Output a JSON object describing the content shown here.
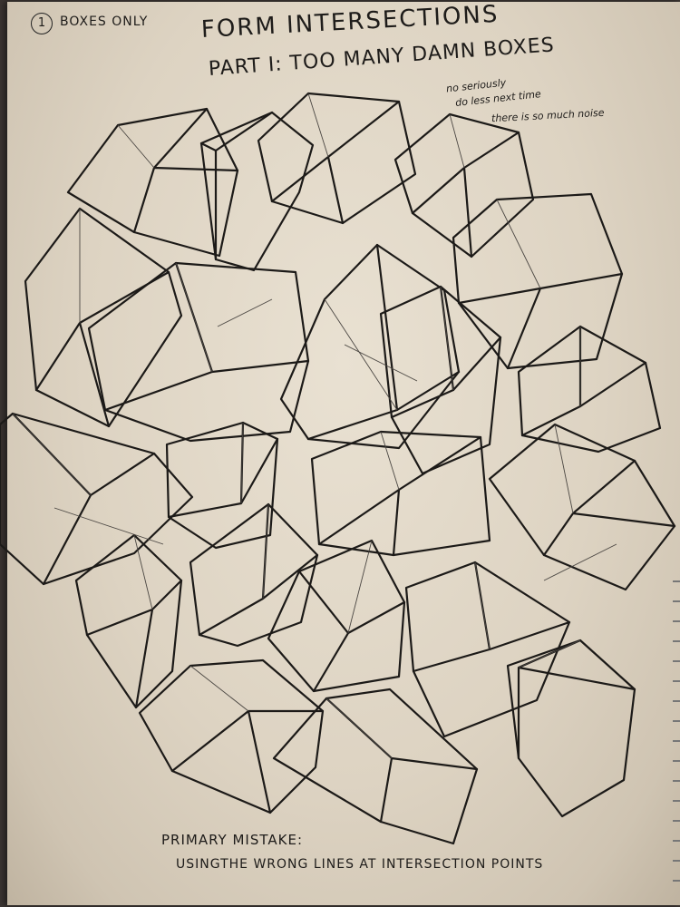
{
  "header": {
    "step_number": "1",
    "step_label": "BOXES ONLY",
    "title": "FORM INTERSECTIONS",
    "subtitle": "PART I: TOO MANY DAMN BOXES"
  },
  "annotation": {
    "line1": "no seriously",
    "line2": "do less next time",
    "line3": "there is so much noise"
  },
  "footer": {
    "heading": "PRIMARY MISTAKE:",
    "detail": "USINGTHE WRONG LINES AT INTERSECTION POINTS"
  },
  "colors": {
    "paper": "#e3dacb",
    "ink": "#1c1a18",
    "background": "#3a3431"
  }
}
